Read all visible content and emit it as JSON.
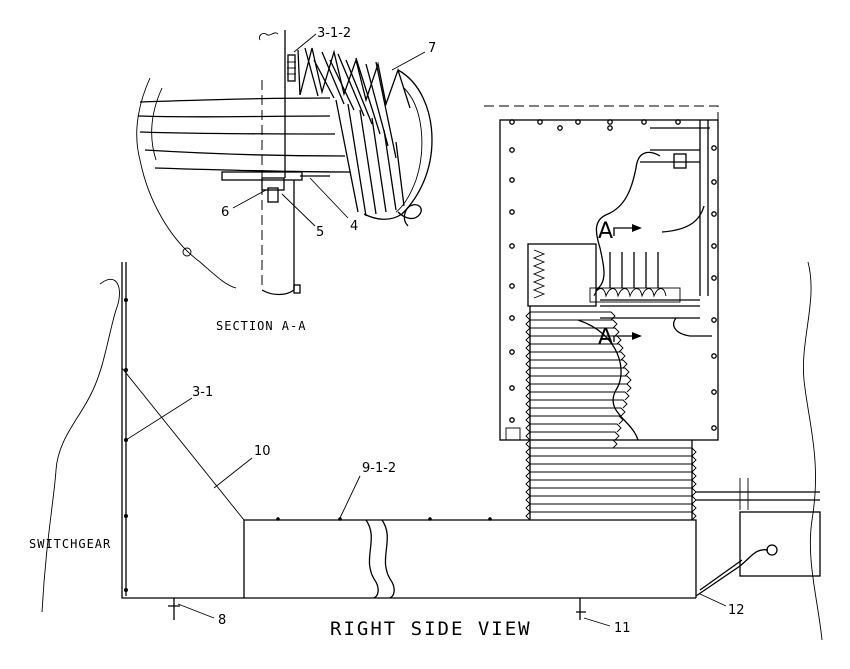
{
  "drawing": {
    "view_title": "RIGHT SIDE VIEW",
    "section_title": "SECTION A-A",
    "switchgear_label": "SWITCHGEAR",
    "section_marker": "A",
    "callouts": {
      "c_3_1_2": "3-1-2",
      "c_7": "7",
      "c_6": "6",
      "c_5": "5",
      "c_4": "4",
      "c_3_1": "3-1",
      "c_10": "10",
      "c_9_1_2": "9-1-2",
      "c_8": "8",
      "c_11": "11",
      "c_12": "12"
    }
  }
}
